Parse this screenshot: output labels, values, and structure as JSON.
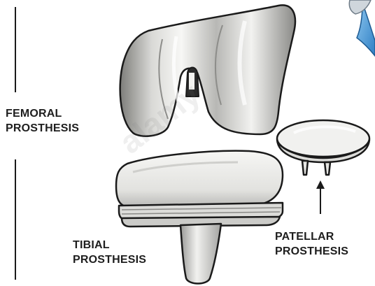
{
  "labels": {
    "femoral": [
      "FEMORAL",
      "PROSTHESIS"
    ],
    "tibial": [
      "TIBIAL",
      "PROSTHESIS"
    ],
    "patellar": [
      "PATELLAR",
      "PROSTHESIS"
    ]
  },
  "watermark": "alamy",
  "colors": {
    "outline": "#1a1a1a",
    "metal_light": "#f3f3f1",
    "metal_mid": "#c9c9c6",
    "metal_dark": "#7d7d7a",
    "arrow_blue": "#3b8fd3",
    "text": "#1e1e1e"
  }
}
